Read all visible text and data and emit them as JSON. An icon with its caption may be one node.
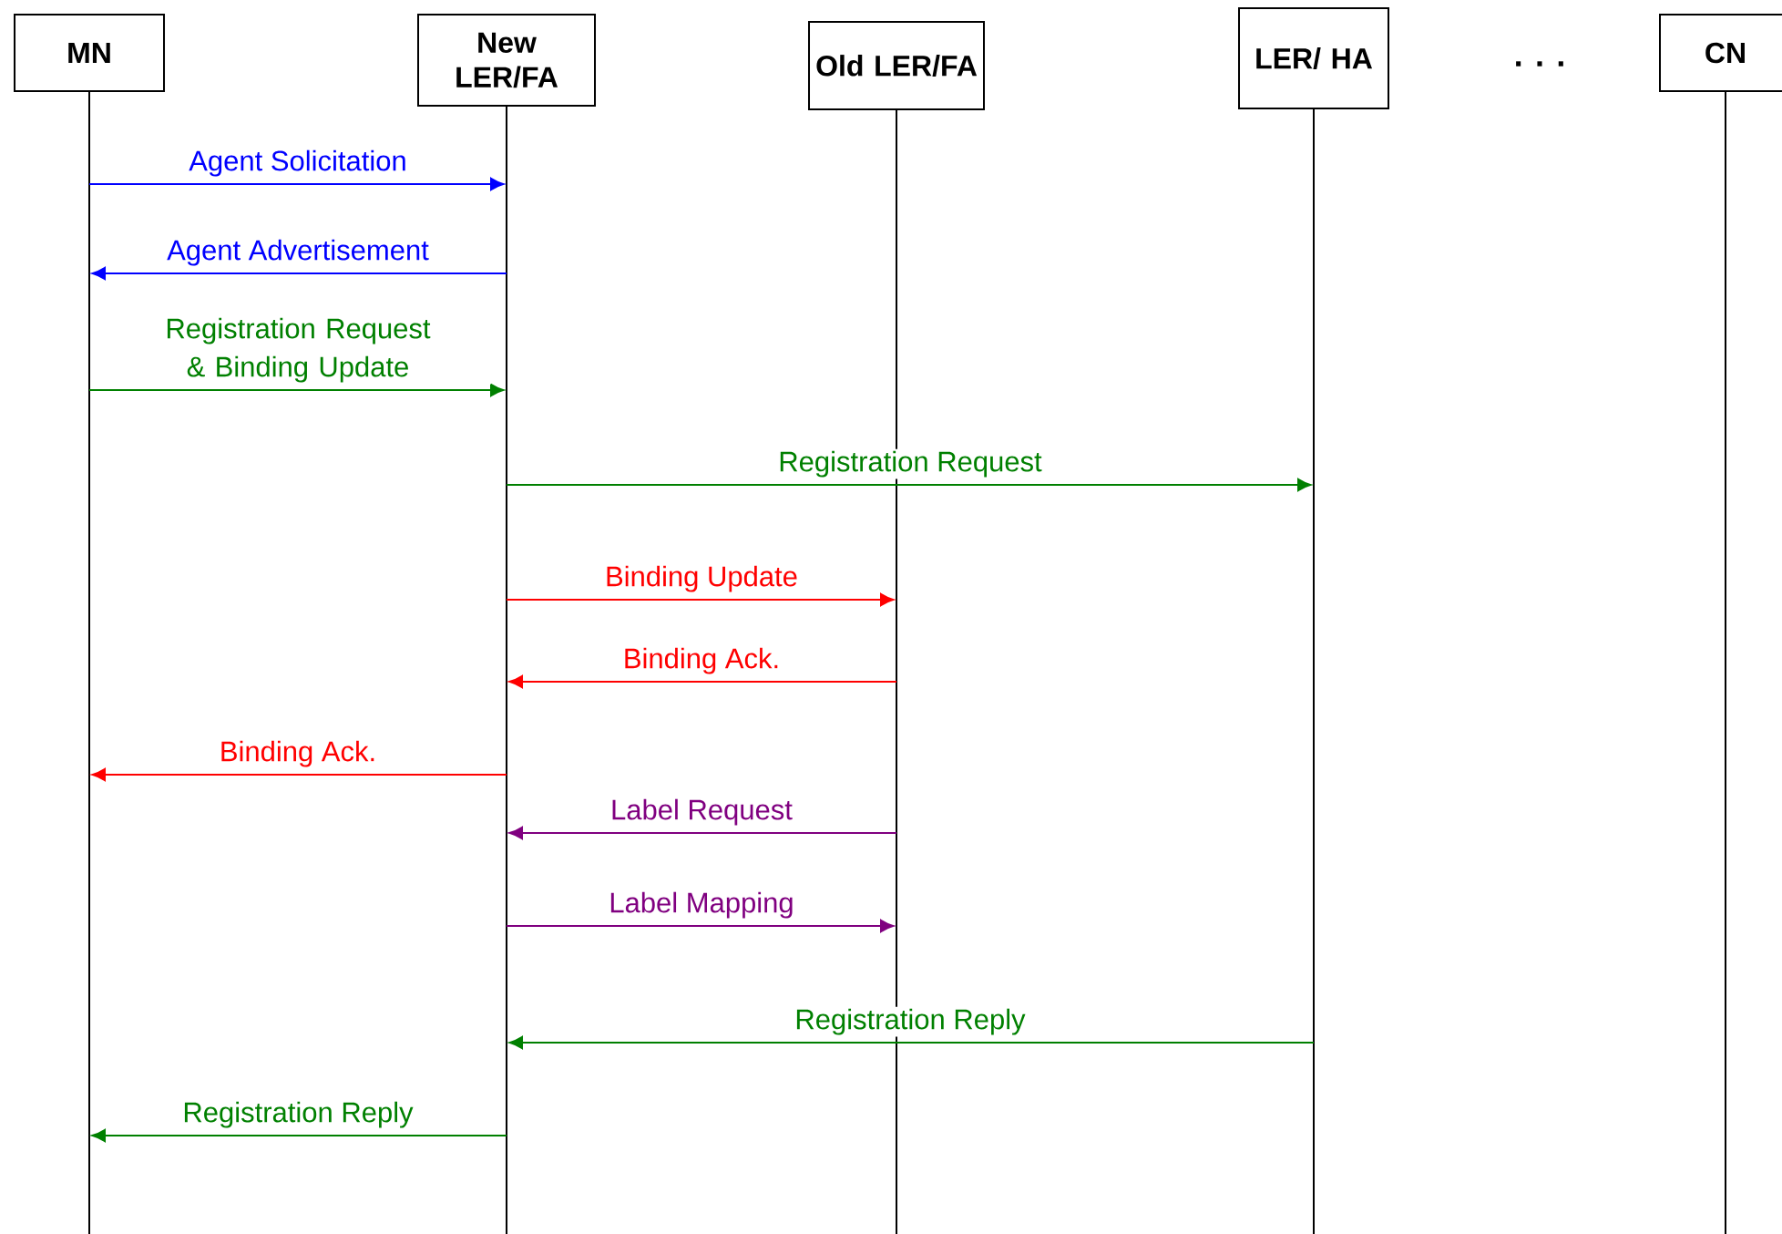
{
  "diagram": {
    "nodes": [
      {
        "text": [
          "MN"
        ]
      },
      {
        "text": [
          "New LER/FA"
        ]
      },
      {
        "text": [
          "Old LER/FA"
        ]
      },
      {
        "text": [
          "LER/ HA"
        ]
      },
      {
        "text": [
          "CN"
        ]
      },
      {
        "text": [],
        "shape": "line"
      },
      {
        "text": [],
        "shape": "line"
      },
      {
        "text": [],
        "shape": "line"
      },
      {
        "text": [],
        "shape": "line"
      },
      {
        "text": [],
        "shape": "line"
      }
    ],
    "edges": [
      {
        "from": 5,
        "to": 6,
        "arrow": "to",
        "label": "Agent Solicitation",
        "color": "#0000ff"
      },
      {
        "from": 6,
        "to": 5,
        "arrow": "to",
        "label": "Agent Advertisement",
        "color": "#0000ff"
      },
      {
        "from": 5,
        "to": 6,
        "arrow": "to",
        "label": "Registration Request & Binding Update",
        "color": "#008000"
      },
      {
        "from": 6,
        "to": 8,
        "arrow": "to",
        "label": "Registration Request",
        "color": "#008000"
      },
      {
        "from": 6,
        "to": 7,
        "arrow": "to",
        "label": "Binding Update",
        "color": "#ff0000"
      },
      {
        "from": 7,
        "to": 6,
        "arrow": "to",
        "label": "Binding Ack.",
        "color": "#ff0000"
      },
      {
        "from": 6,
        "to": 5,
        "arrow": "to",
        "label": "Binding Ack.",
        "color": "#ff0000"
      },
      {
        "from": 7,
        "to": 6,
        "arrow": "to",
        "label": "Label Request",
        "color": "#800080"
      },
      {
        "from": 6,
        "to": 7,
        "arrow": "to",
        "label": "Label Mapping",
        "color": "#800080"
      },
      {
        "from": 8,
        "to": 6,
        "arrow": "to",
        "label": "Registration Reply",
        "color": "#008000"
      },
      {
        "from": 6,
        "to": 5,
        "arrow": "to",
        "label": "Registration Reply",
        "color": "#008000"
      }
    ],
    "labels": [
      ". . ."
    ]
  }
}
